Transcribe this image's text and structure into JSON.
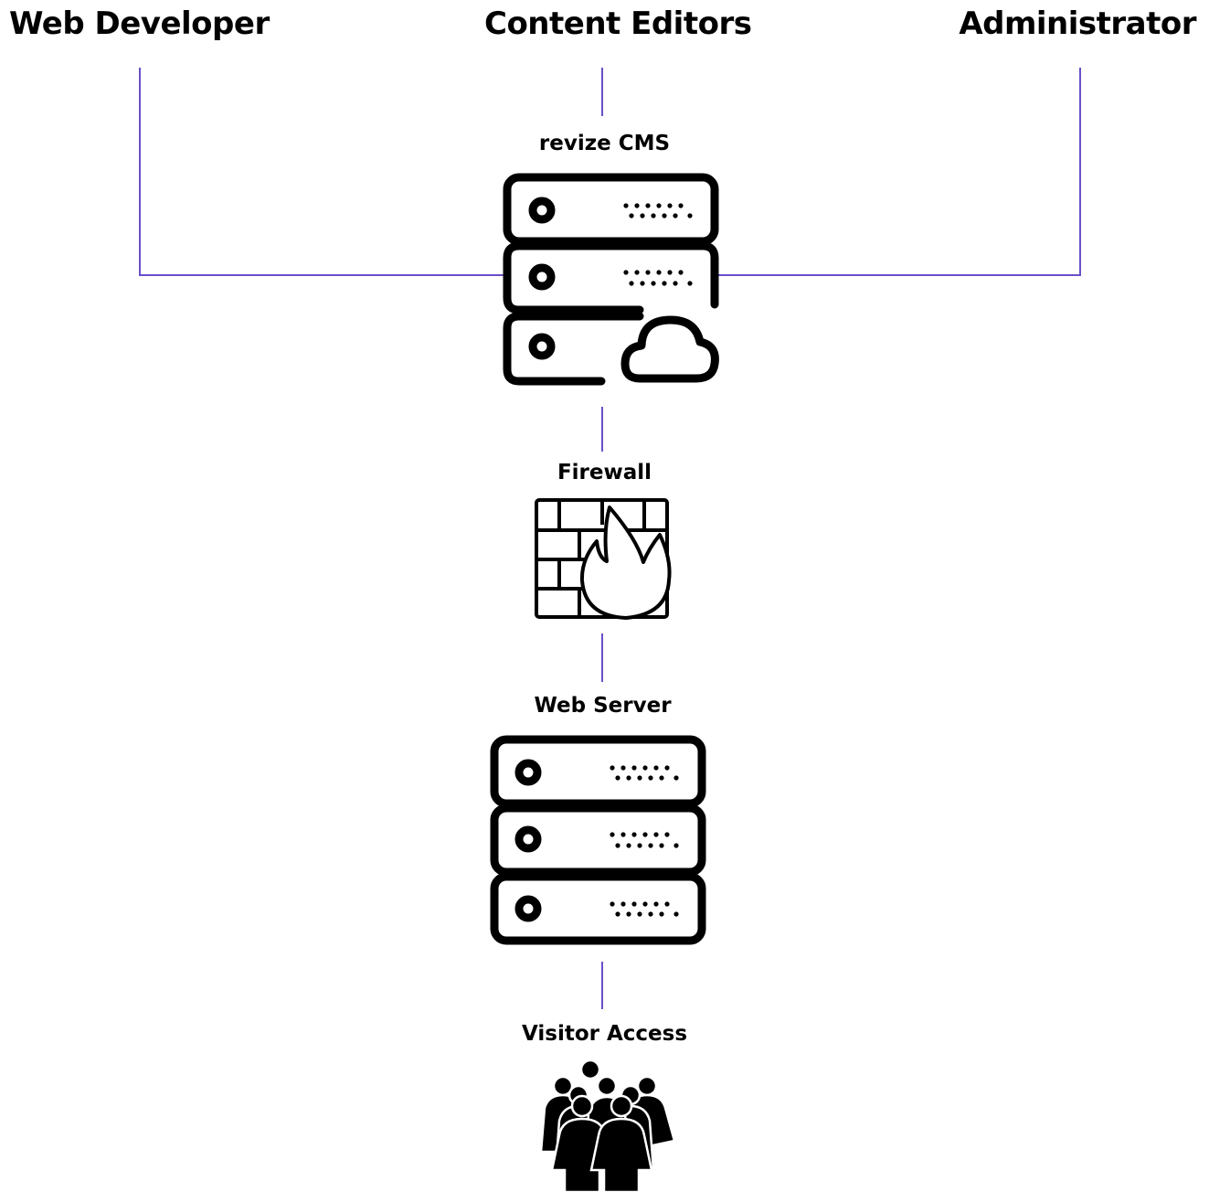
{
  "roles": {
    "web_developer": "Web Developer",
    "content_editors": "Content Editors",
    "administrator": "Administrator"
  },
  "nodes": {
    "cms": "revize CMS",
    "firewall": "Firewall",
    "web_server": "Web Server",
    "visitor_access": "Visitor Access"
  },
  "colors": {
    "connector": "#6a4fc9",
    "icon": "#000000",
    "background": "#ffffff"
  },
  "icons": {
    "cms": "server-cloud-icon",
    "firewall": "firewall-icon",
    "web_server": "server-rack-icon",
    "visitor_access": "people-crowd-icon"
  }
}
